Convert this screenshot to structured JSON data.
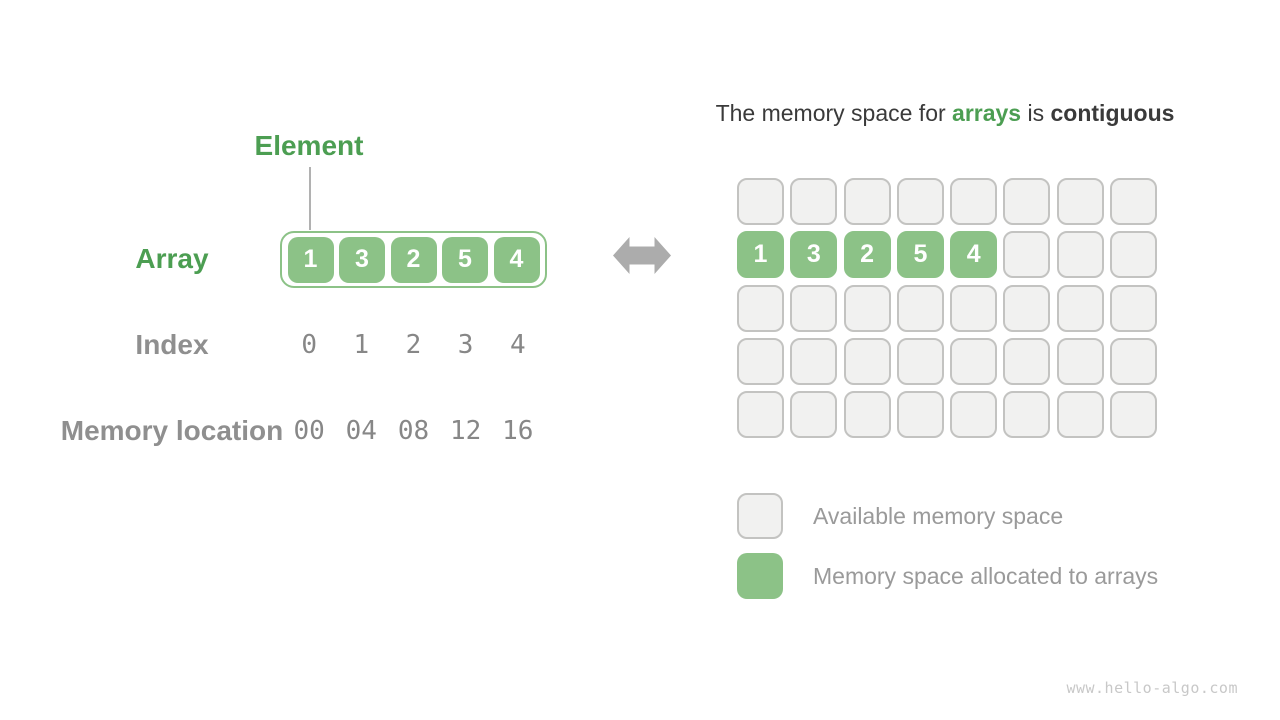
{
  "colors": {
    "green_fill": "#8CC287",
    "green_text": "#4C9E52",
    "dark_text": "#3A3A3A",
    "gray_label": "#8F8F8F",
    "mono_gray": "#878787",
    "legend_gray": "#9A9A9A",
    "cell_bg": "#F1F1F0",
    "cell_border": "#C3C3C1",
    "arrow_gray": "#ACACAC",
    "line_gray": "#B1B1B1",
    "watermark_gray": "#C8C8C8"
  },
  "left": {
    "element_label": "Element",
    "array_label": "Array",
    "array_values": [
      "1",
      "3",
      "2",
      "5",
      "4"
    ],
    "index_label": "Index",
    "index_values": [
      "0",
      "1",
      "2",
      "3",
      "4"
    ],
    "memory_label": "Memory location",
    "memory_values": [
      "00",
      "04",
      "08",
      "12",
      "16"
    ]
  },
  "middle": {
    "icon": "left-right-arrow-icon"
  },
  "right": {
    "title_parts": [
      {
        "text": "The memory space for ",
        "style": "normal"
      },
      {
        "text": "arrays",
        "style": "green-bold"
      },
      {
        "text": " is ",
        "style": "normal"
      },
      {
        "text": "contiguous",
        "style": "bold"
      }
    ],
    "grid": {
      "rows": 5,
      "cols": 8,
      "allocated_row": 1,
      "allocated_values": [
        "1",
        "3",
        "2",
        "5",
        "4"
      ]
    },
    "legend": [
      {
        "swatch": "available",
        "label": "Available memory space"
      },
      {
        "swatch": "allocated",
        "label": "Memory space allocated to arrays"
      }
    ]
  },
  "watermark": "www.hello-algo.com"
}
